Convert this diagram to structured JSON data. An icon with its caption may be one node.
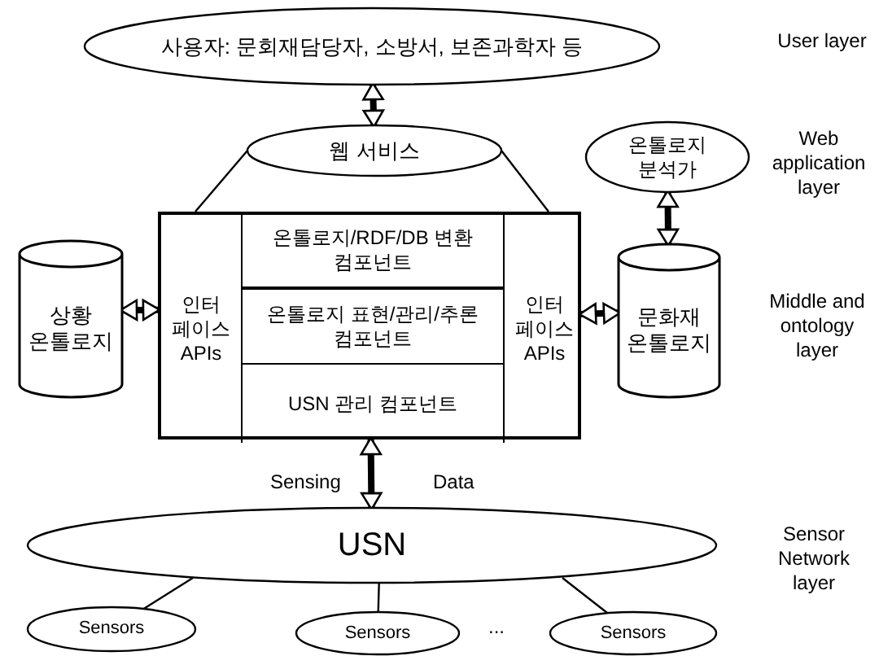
{
  "diagram": {
    "nodes": [
      {
        "text": [
          "사용자: 문회재담당자, 소방서, 보존과학자 등"
        ]
      },
      {
        "text": [
          "웹 서비스"
        ]
      },
      {
        "text": [
          "온톨로지 분석가"
        ]
      },
      {
        "text": [],
        "shape": "box"
      },
      {
        "text": [
          "인터 페이스 APIs"
        ],
        "in": 3
      },
      {
        "text": [
          "온톨로지/RDF/DB 변환 컴포넌트"
        ],
        "in": 3
      },
      {
        "text": [
          "온톨로지 표현/관리/추론 컴포넌트"
        ],
        "in": 3
      },
      {
        "text": [
          "USN 관리 컴포넌트"
        ],
        "in": 3
      },
      {
        "text": [
          "인터 페이스 APIs"
        ],
        "in": 3
      },
      {
        "text": [
          "상황 온톨로지"
        ]
      },
      {
        "text": [
          "문화재 온톨로지"
        ]
      },
      {
        "text": [
          "USN"
        ]
      },
      {
        "text": [
          "Sensors"
        ]
      },
      {
        "text": [
          "Sensors"
        ]
      },
      {
        "text": [
          "Sensors"
        ]
      }
    ],
    "edges": [
      {
        "from": 0,
        "to": 1,
        "arrow": "both",
        "style": "thick"
      },
      {
        "from": 1,
        "to": 3,
        "arrow": "none"
      },
      {
        "from": 1,
        "to": 3,
        "arrow": "none"
      },
      {
        "from": 2,
        "to": 10,
        "arrow": "both",
        "style": "thick"
      },
      {
        "from": 9,
        "to": 4,
        "arrow": "both",
        "style": "thick"
      },
      {
        "from": 8,
        "to": 10,
        "arrow": "both",
        "style": "thick"
      },
      {
        "from": 3,
        "to": 11,
        "arrow": "both",
        "style": "thick"
      },
      {
        "from": 11,
        "to": 12,
        "arrow": "none"
      },
      {
        "from": 11,
        "to": 13,
        "arrow": "none"
      },
      {
        "from": 11,
        "to": 14,
        "arrow": "none"
      }
    ],
    "labels": [
      "User layer",
      "Web application layer",
      "Middle and ontology layer",
      "Sensing",
      "Data",
      "Sensor Network layer",
      "..."
    ]
  }
}
